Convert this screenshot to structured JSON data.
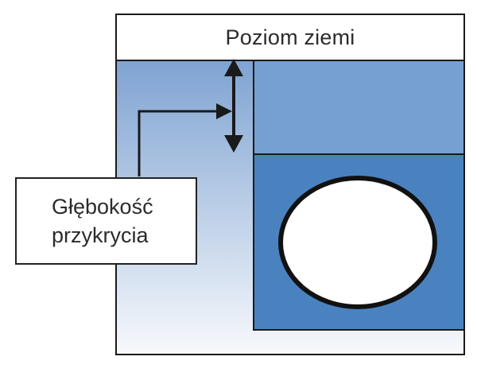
{
  "ground_label": "Poziom ziemi",
  "callout": {
    "line1": "Głębokość",
    "line2": "przykrycia"
  },
  "colors": {
    "outline": "#1a1a1a",
    "soil_gradient_top": "#7fa3d2",
    "soil_gradient_bottom": "#f7f9fc",
    "upper_block": "#76a0cf",
    "lower_block": "#4a82bf",
    "pipe_fill": "#ffffff",
    "arrow": "#1a1a1a"
  },
  "icons": {
    "depth_arrow": "double-vertical-arrow",
    "pointer_arrow": "elbow-arrow"
  }
}
